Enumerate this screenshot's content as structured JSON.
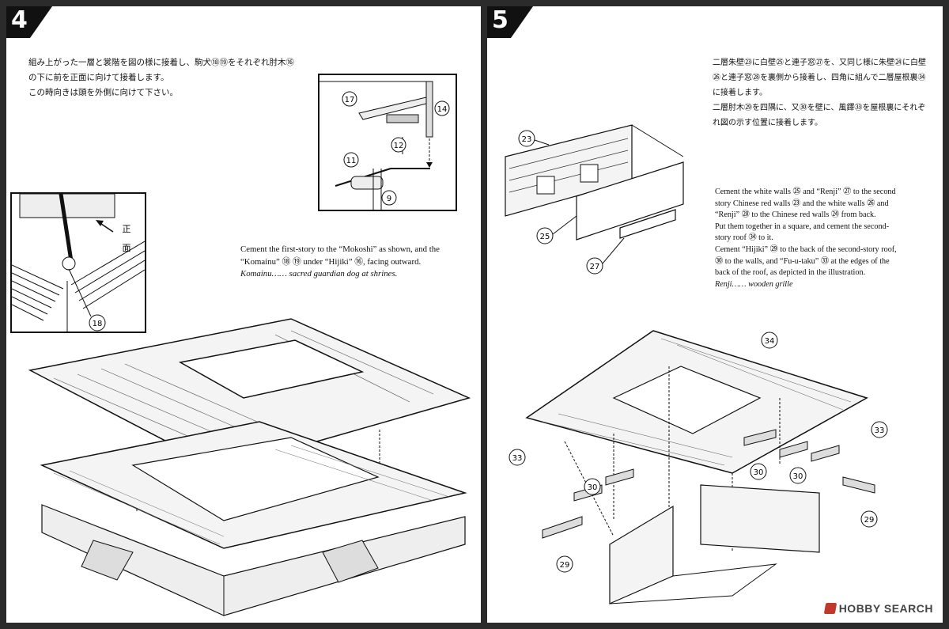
{
  "step4": {
    "number": "4",
    "jp_lines": [
      "組み上がった一層と裳階を図の様に接着し、駒犬⑱⑲をそれぞれ肘木⑯",
      "の下に前を正面に向けて接着します。",
      "この時向きは頭を外側に向けて下さい。"
    ],
    "en_lines": [
      "Cement the first-story to the “Mokoshi” as shown, and the",
      "“Komainu” ⑱ ⑲ under “Hijiki” ⑯, facing outward."
    ],
    "en_note": "Komainu…… sacred guardian dog at shrines.",
    "inset_left": {
      "front_label_1": "正",
      "front_label_2": "面",
      "part": "18"
    },
    "inset_right": {
      "parts": [
        "17",
        "14",
        "12",
        "11",
        "9"
      ]
    }
  },
  "step5": {
    "number": "5",
    "jp_lines": [
      "二層朱壁㉓に白壁㉕と連子窓㉗を、又同じ様に朱壁㉔に白壁",
      "㉖と連子窓㉘を裏側から接着し、四角に組んで二層屋根裏㉞",
      "に接着します。",
      "二層肘木㉙を四隅に、又㉚を壁に、風鐸㉝を屋根裏にそれぞ",
      "れ図の示す位置に接着します。"
    ],
    "en_lines": [
      "Cement the white walls ㉕ and “Renji” ㉗ to the second",
      "story Chinese red walls ㉓ and the white walls ㉖ and",
      "“Renji” ㉘ to the Chinese red walls ㉔ from back.",
      "Put them together in a square, and cement the second-",
      "story roof ㉞ to it.",
      "Cement “Hijiki” ㉙ to the back of the second-story roof,",
      "㉚ to the walls, and “Fu-u-taku” ㉝ at the edges of the",
      "back of the roof, as depicted in the illustration."
    ],
    "en_note": "Renji…… wooden grille",
    "wall_parts": [
      "23",
      "25",
      "27"
    ],
    "roof_parts": [
      "34",
      "33",
      "33",
      "30",
      "30",
      "30",
      "29",
      "29"
    ]
  },
  "watermark": "HOBBY SEARCH"
}
